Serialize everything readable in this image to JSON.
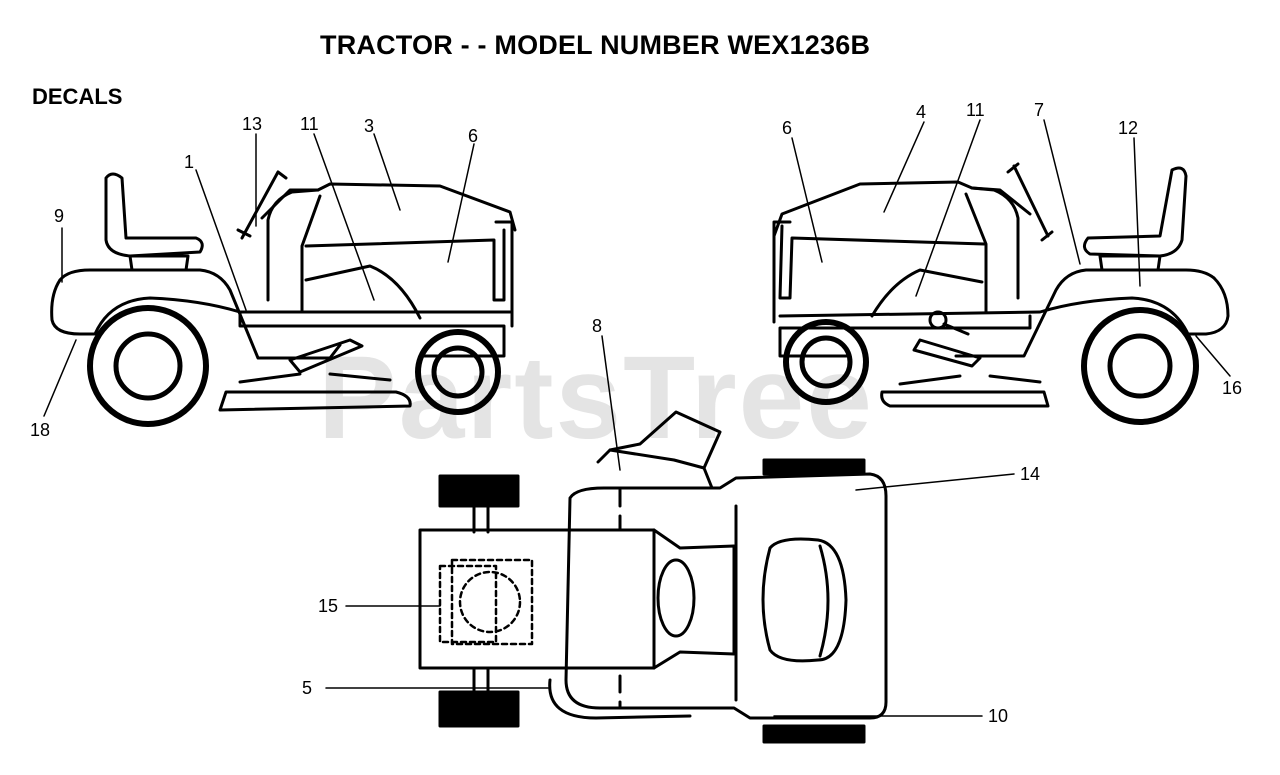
{
  "title": "TRACTOR - - MODEL NUMBER WEX1236B",
  "section_label": "DECALS",
  "watermark": "PartsTree",
  "callouts": {
    "c1": "1",
    "c3": "3",
    "c4": "4",
    "c5": "5",
    "c6_left": "6",
    "c6_right": "6",
    "c7": "7",
    "c8": "8",
    "c9": "9",
    "c10": "10",
    "c11_left": "11",
    "c11_right": "11",
    "c12": "12",
    "c13": "13",
    "c14": "14",
    "c15": "15",
    "c16": "16",
    "c18": "18"
  }
}
